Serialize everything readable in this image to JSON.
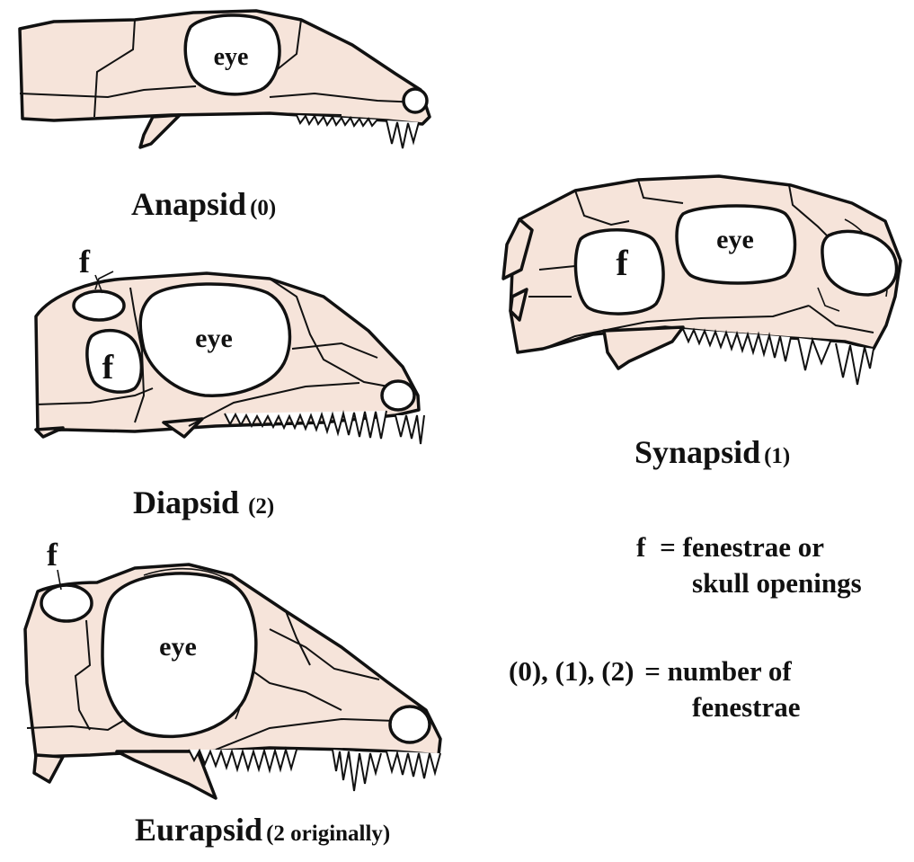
{
  "labels": {
    "eye": "eye",
    "f": "f"
  },
  "skulls": {
    "anapsid": {
      "name": "Anapsid",
      "count": "(0)"
    },
    "diapsid": {
      "name": "Diapsid",
      "count": "(2)"
    },
    "synapsid": {
      "name": "Synapsid",
      "count": "(1)"
    },
    "eurapsid": {
      "name": "Eurapsid",
      "count": "(2 originally)"
    }
  },
  "legend": {
    "f_key": "f",
    "f_line1": "= fenestrae or",
    "f_line2": "skull openings",
    "num_key": "(0), (1), (2)",
    "num_line1": "= number of",
    "num_line2": "fenestrae"
  },
  "colors": {
    "bone": "#f6e4da",
    "outline": "#111111",
    "opening": "#ffffff"
  }
}
